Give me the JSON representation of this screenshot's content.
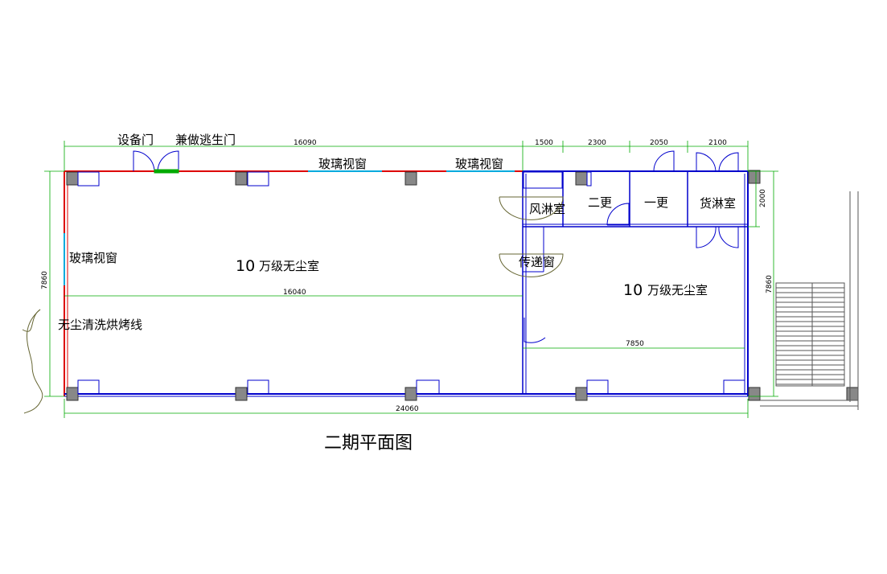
{
  "labels": {
    "equipment_door": "设备门",
    "escape_door": "兼做逃生门",
    "glass_window_1": "玻璃视窗",
    "glass_window_2": "玻璃视窗",
    "glass_window_left": "玻璃视窗",
    "cleanroom_left_num": "10",
    "cleanroom_left_text": "万级无尘室",
    "cleanroom_right_num": "10",
    "cleanroom_right_text": "万级无尘室",
    "air_shower": "风淋室",
    "second_change": "二更",
    "first_change": "一更",
    "cargo_shower": "货淋室",
    "pass_window": "传递窗",
    "cleaning_line": "无尘清洗烘烤线",
    "title": "二期平面图"
  },
  "dimensions": {
    "top_left": "16090",
    "top_1": "1500",
    "top_2": "2300",
    "top_3": "2050",
    "top_4": "2100",
    "right_small": "2000",
    "right_height": "7860",
    "left_height": "7860",
    "inner_left": "16040",
    "inner_right": "7850",
    "bottom_total": "24060"
  },
  "colors": {
    "wall": "#0000cc",
    "red_wall": "#dd0000",
    "dimension": "#00aa00",
    "window": "#00aadd",
    "column": "#888888"
  }
}
